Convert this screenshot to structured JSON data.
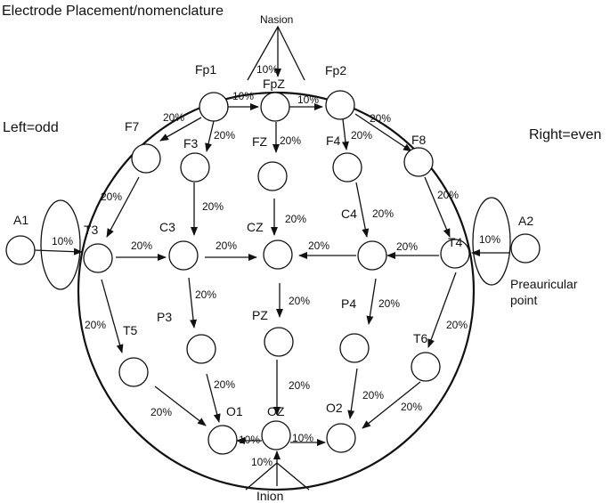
{
  "title": "Electrode Placement/nomenclature",
  "left_note": "Left=odd",
  "right_note": "Right=even",
  "nasion": "Nasion",
  "inion": "Inion",
  "preauricular": [
    "Preauricular",
    "point"
  ],
  "electrodes": [
    "Fp1",
    "FpZ",
    "Fp2",
    "F7",
    "F3",
    "FZ",
    "F4",
    "F8",
    "A1",
    "T3",
    "C3",
    "CZ",
    "C4",
    "T4",
    "A2",
    "T5",
    "P3",
    "PZ",
    "P4",
    "T6",
    "O1",
    "OZ",
    "O2"
  ],
  "pct10": "10%",
  "pct20": "20%"
}
